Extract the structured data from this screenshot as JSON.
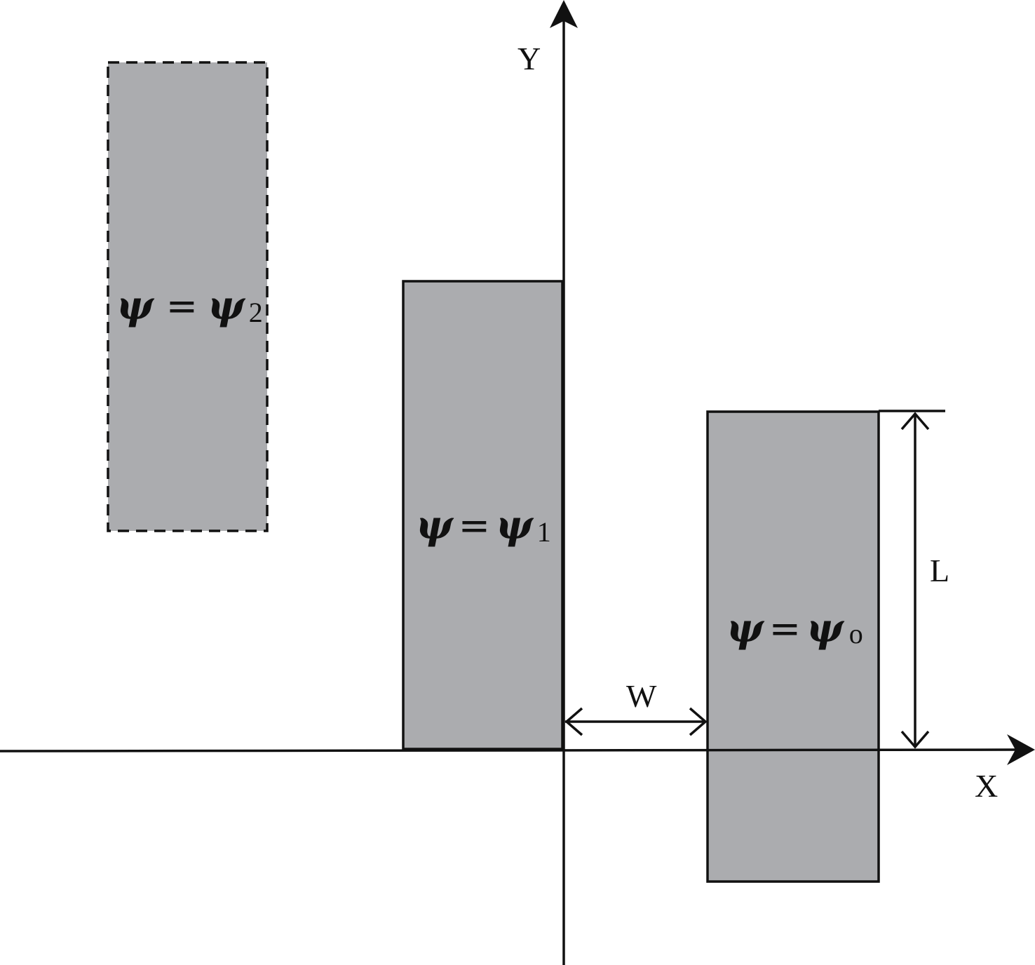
{
  "colors": {
    "rect_fill": "#abacaf",
    "line": "#111111",
    "background": "#ffffff"
  },
  "axes": {
    "x_label": "X",
    "y_label": "Y"
  },
  "dimensions": {
    "width_label": "W",
    "length_label": "L"
  },
  "regions": [
    {
      "symbol": "ψ",
      "equals": "=",
      "subscript": "2",
      "border": "dashed"
    },
    {
      "symbol": "ψ",
      "equals": "=",
      "subscript": "1",
      "border": "solid"
    },
    {
      "symbol": "ψ",
      "equals": "=",
      "subscript": "o",
      "border": "solid"
    }
  ]
}
